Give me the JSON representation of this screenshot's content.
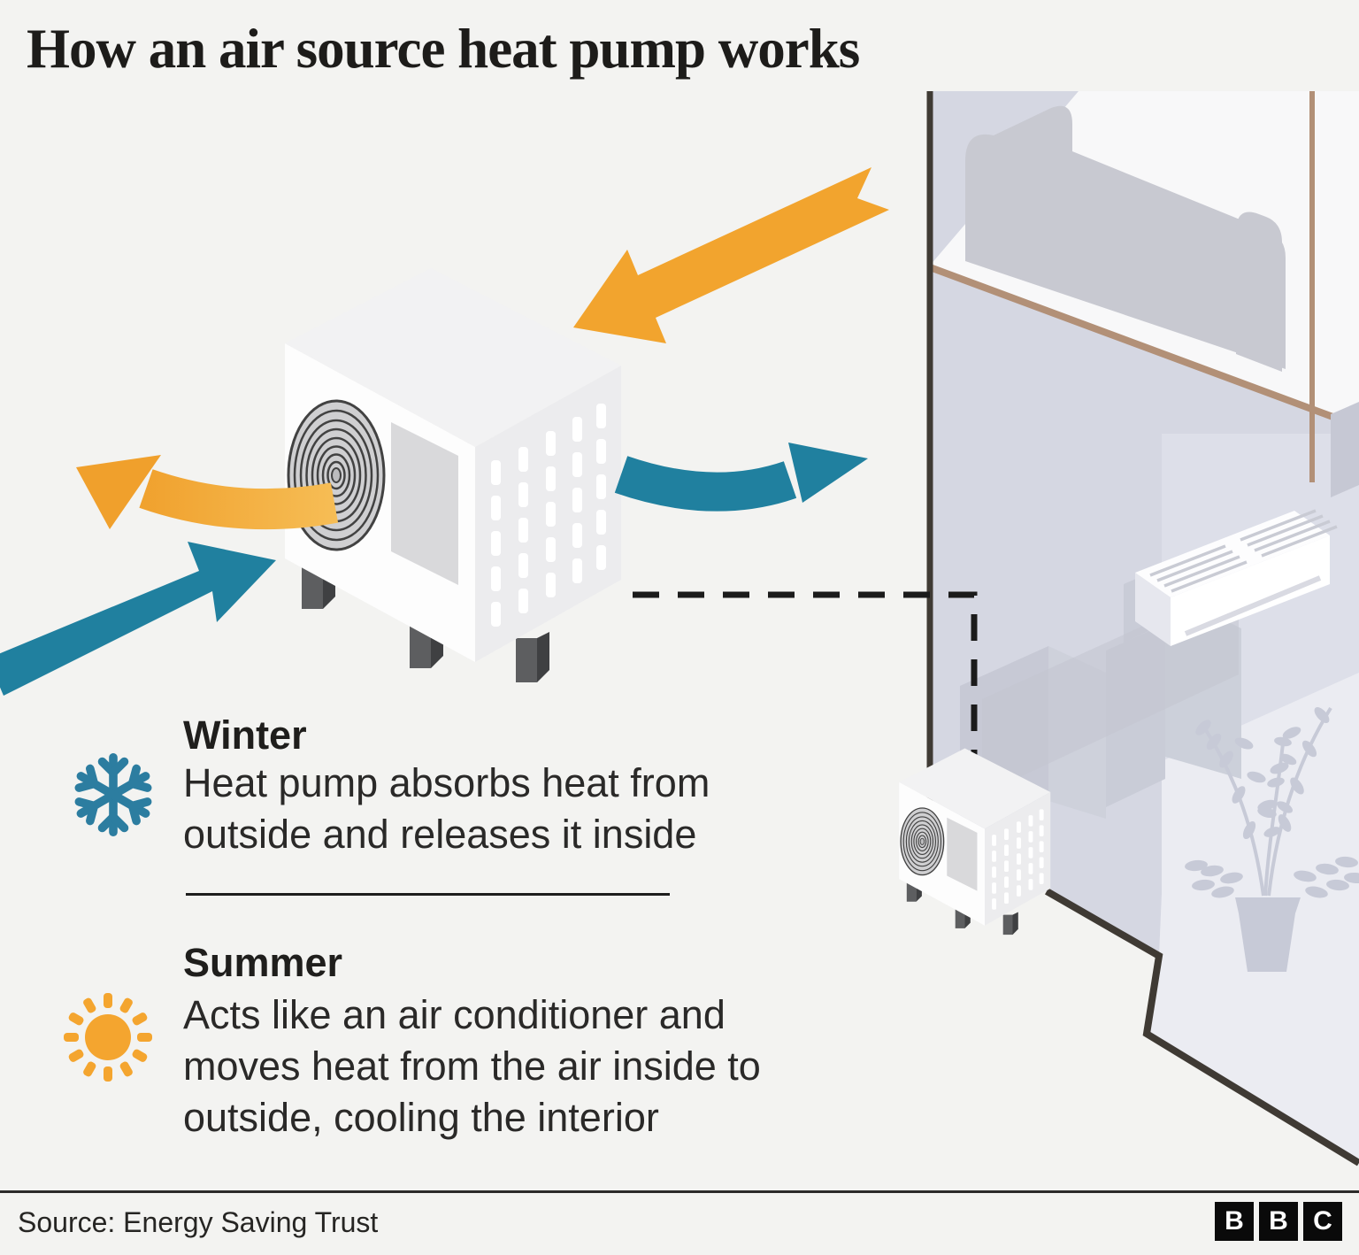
{
  "title": "How an air source heat pump works",
  "sections": {
    "winter": {
      "heading": "Winter",
      "icon": "snowflake-icon",
      "lines": [
        "Heat pump absorbs heat from",
        "outside and releases it inside"
      ]
    },
    "summer": {
      "heading": "Summer",
      "icon": "sun-icon",
      "lines": [
        "Acts like an air conditioner and",
        "moves heat from the air inside to",
        "outside, cooling the interior"
      ]
    }
  },
  "diagram": {
    "labels": {
      "outdoor_unit": "air source heat pump outdoor unit",
      "outdoor_unit_small": "heat pump shown beside house",
      "indoor_unit": "wall-mounted indoor unit",
      "house": "house cross-section",
      "connector": "dashed link between large heat pump and its position at the house"
    },
    "arrows": {
      "warm_in": "warm outside air drawn in (orange arrow, top right)",
      "warm_out": "warm air expelled (orange curved arrow, left)",
      "cool_in": "cool air drawn in (teal arrow, bottom left)",
      "cool_out": "air released (teal curved arrow, right)"
    },
    "colors": {
      "warm": "#F2A42E",
      "cool": "#20809F",
      "outline": "#3F3A34",
      "wood": "#B29077",
      "wall": "#D5D7E2",
      "background": "#F3F3F1",
      "text": "#1D1C1A"
    }
  },
  "footer": {
    "source": "Source: Energy Saving Trust",
    "logo": [
      "B",
      "B",
      "C"
    ]
  }
}
